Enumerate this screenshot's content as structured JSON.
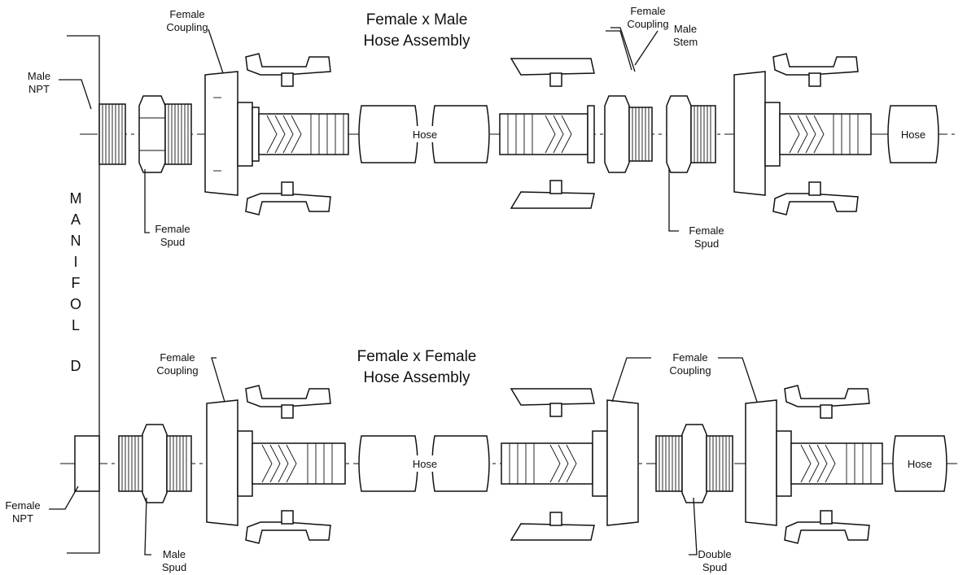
{
  "labels": {
    "assembly_top": [
      "Female x Male",
      "Hose Assembly"
    ],
    "assembly_bottom": [
      "Female x Female",
      "Hose Assembly"
    ],
    "manifold_letters": [
      "M",
      "A",
      "N",
      "I",
      "F",
      "O",
      "L",
      "D"
    ],
    "male_npt": [
      "Male",
      "NPT"
    ],
    "female_npt": [
      "Female",
      "NPT"
    ],
    "female_coupling": [
      "Female",
      "Coupling"
    ],
    "female_spud": [
      "Female",
      "Spud"
    ],
    "male_spud": [
      "Male",
      "Spud"
    ],
    "double_spud": [
      "Double",
      "Spud"
    ],
    "male_stem": [
      "Male",
      "Stem"
    ],
    "hose": "Hose"
  }
}
